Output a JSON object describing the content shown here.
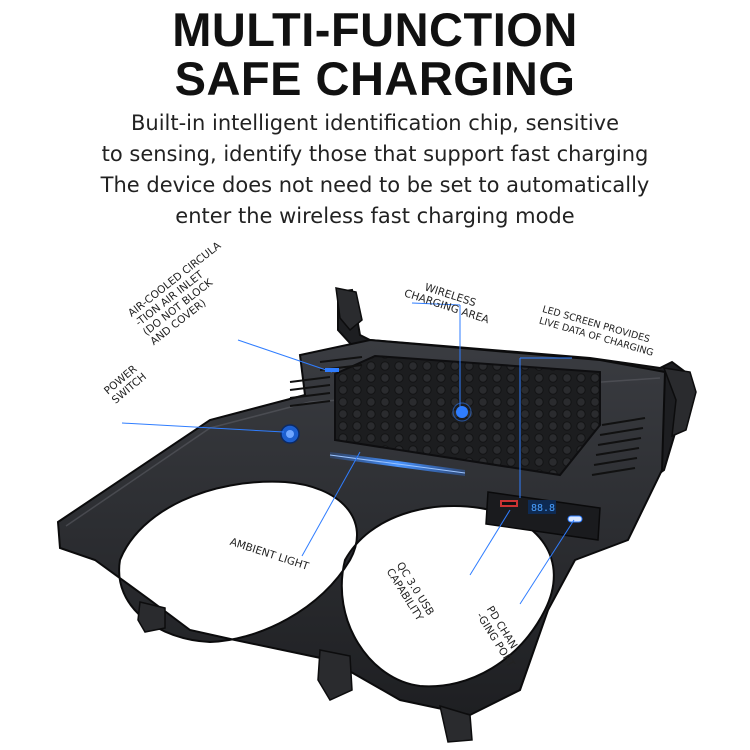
{
  "title": {
    "line1": "MULTI-FUNCTION",
    "line2": "SAFE CHARGING"
  },
  "description": {
    "line1": "Built-in intelligent identification chip, sensitive",
    "line2": "to sensing, identify those that support fast charging",
    "line3": "The device does not need to be set to automatically",
    "line4": "enter the wireless fast charging mode"
  },
  "callouts": {
    "air_inlet": {
      "line1": "AIR-COOLED CIRCULA",
      "line2": "-TION AIR INLET",
      "warning1": "(DO NOT BLOCK",
      "warning2": "AND COVER)"
    },
    "power_switch": {
      "line1": "POWER",
      "line2": "SWITCH"
    },
    "wireless_area": {
      "line1": "WIRELESS",
      "line2": "CHARGING AREA"
    },
    "led_screen": {
      "line1": "LED SCREEN PROVIDES",
      "line2": "LIVE DATA OF CHARGING"
    },
    "ambient_light": {
      "line1": "AMBIENT LIGHT"
    },
    "qc_usb": {
      "line1": "QC 3.0 USB",
      "line2": "CAPABILITY"
    },
    "pd_port": {
      "line1": "PD CHAN",
      "line2": "-GING PORT"
    }
  },
  "colors": {
    "title": "#111111",
    "accent_blue": "#2f7dff",
    "warning_red": "#dd2222",
    "device_body": "#2b2d31"
  },
  "icons": [
    "wireless-coil-icon",
    "power-button-icon",
    "led-display-icon",
    "usb-port-icon"
  ]
}
